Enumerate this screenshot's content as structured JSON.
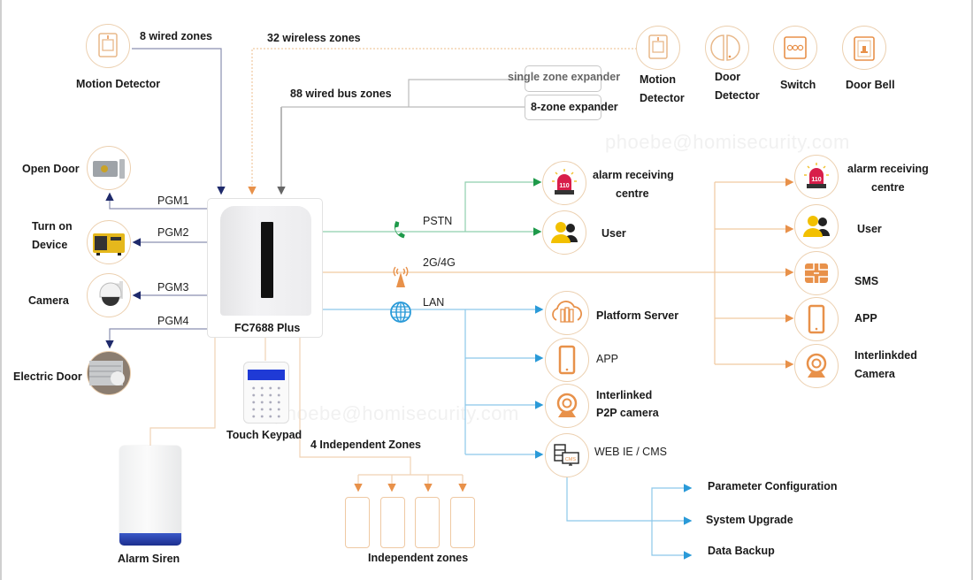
{
  "watermark": "phoebe@homisecurity.com",
  "panel": {
    "model": "FC7688 Plus"
  },
  "inputs": {
    "wired": {
      "label": "8 wired zones",
      "device": "Motion Detector"
    },
    "wireless": {
      "label": "32 wireless zones",
      "devices": [
        "Motion Detector",
        "Door Detector",
        "Switch",
        "Door Bell"
      ]
    },
    "bus": {
      "label": "88 wired  bus zones",
      "expanders": [
        "single zone expander",
        "8-zone expander"
      ]
    }
  },
  "outputs": [
    {
      "pgm": "PGM1",
      "device": "Open Door"
    },
    {
      "pgm": "PGM2",
      "device": "Turn on Device"
    },
    {
      "pgm": "PGM3",
      "device": "Camera"
    },
    {
      "pgm": "PGM4",
      "device": "Electric Door"
    }
  ],
  "devices_labels": {
    "motion_detector_2_line1": "Motion",
    "motion_detector_2_line2": "Detector",
    "door_detector_line1": "Door",
    "door_detector_line2": "Detector",
    "switch": "Switch",
    "door_bell": "Door Bell",
    "turn_on_line1": "Turn on",
    "turn_on_line2": "Device"
  },
  "keypad": {
    "label": "Touch Keypad"
  },
  "siren": {
    "label": "Alarm Siren"
  },
  "independent": {
    "branch_label": "4 Independent Zones",
    "label": "Independent zones",
    "count": 4
  },
  "channels": {
    "pstn": {
      "label": "PSTN",
      "color": "#1e9a4a",
      "targets": [
        {
          "line1": "alarm receiving",
          "line2": "centre"
        },
        {
          "line1": "User"
        }
      ]
    },
    "cellular": {
      "label": "2G/4G",
      "color": "#e8914a",
      "targets": [
        {
          "line1": "alarm receiving",
          "line2": "centre"
        },
        {
          "line1": "User"
        },
        {
          "line1": "SMS"
        },
        {
          "line1": "APP"
        },
        {
          "line1": "Interlinkded",
          "line2": "Camera"
        }
      ]
    },
    "lan": {
      "label": "LAN",
      "color": "#2a9ad8",
      "targets": [
        {
          "line1": "Platform Server"
        },
        {
          "line1": "APP"
        },
        {
          "line1": "Interlinked",
          "line2": "P2P  camera"
        },
        {
          "line1": "WEB IE / CMS"
        }
      ],
      "cms_functions": [
        "Parameter Configuration",
        "System Upgrade",
        "Data Backup"
      ]
    }
  }
}
